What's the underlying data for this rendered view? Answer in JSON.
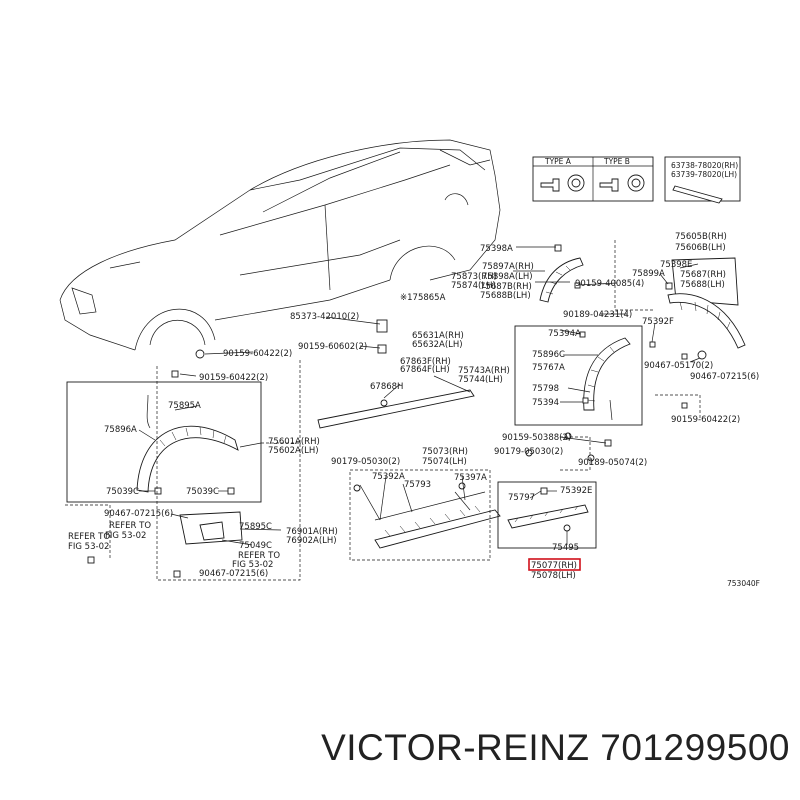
{
  "legend": {
    "type_a": "TYPE A",
    "type_b": "TYPE B",
    "upper_code": "63738-78020(RH)",
    "lower_code": "63739-78020(LH)"
  },
  "labels": {
    "p75398A": "75398A",
    "p75897A": "75897A(RH)",
    "p75873": "75873(RH)",
    "p75898A": "75898A(LH)",
    "p75874": "75874(LH)",
    "p75687B": "75687B(RH)",
    "p75688B": "75688B(LH)",
    "p75865A": "※175865A",
    "p85373": "85373-42010(2)",
    "p90159_60602": "90159-60602(2)",
    "p65631A": "65631A(RH)",
    "p65632A": "65632A(LH)",
    "p90159_60422_a": "90159-60422(2)",
    "p90159_60422_b": "90159-60422(2)",
    "p67863F": "67863F(RH)",
    "p67864F": "67864F(LH)",
    "p67868H": "67868H",
    "p75743A": "75743A(RH)",
    "p75744": "75744(LH)",
    "p75605B": "75605B(RH)",
    "p75606B": "75606B(LH)",
    "p75398E": "75398E",
    "p75899A": "75899A",
    "p75687": "75687(RH)",
    "p75688": "75688(LH)",
    "p90159_40085": "90159-40085(4)",
    "p90189_04231": "90189-04231(4)",
    "p75392F": "75392F",
    "p75394A": "75394A",
    "p75896C": "75896C",
    "p75767A": "75767A",
    "p75798": "75798",
    "p75394": "75394",
    "p90467_05170": "90467-05170(2)",
    "p90467_07215_r": "90467-07215(6)",
    "p90159_60422_r": "90159-60422(2)",
    "p90159_50388": "90159-50388(2)",
    "p90179_05030_a": "90179-05030(2)",
    "p90189_05074": "90189-05074(2)",
    "p75895A": "75895A",
    "p75896A": "75896A",
    "p75601A": "75601A(RH)",
    "p75602A": "75602A(LH)",
    "p75039C_a": "75039C",
    "p75039C_b": "75039C",
    "p90467_07215_a": "90467-07215(6)",
    "refer1": "REFER TO",
    "refer2": "REFER TO",
    "fig1": "FIG 53-02",
    "refer3": "REFER TO",
    "fig2": "FIG 53-02",
    "fig3": "FIG 53-02",
    "p75895C": "75895C",
    "p76901A": "76901A(RH)",
    "p76902A": "76902A(LH)",
    "p75049C": "75049C",
    "p90467_07215_b": "90467-07215(6)",
    "p90179_05030_b": "90179-05030(2)",
    "p75073": "75073(RH)",
    "p75074": "75074(LH)",
    "p75392A": "75392A",
    "p75793": "75793",
    "p75397A": "75397A",
    "p75797": "75797",
    "p75392E": "75392E",
    "p75495": "75495",
    "p75077": "75077(RH)",
    "p75078": "75078(LH)",
    "fig_code": "753040F"
  },
  "brand": {
    "name": "VICTOR-REINZ",
    "part_number": "701299500"
  },
  "colors": {
    "line": "#1a1a1a",
    "highlight": "#d0101a",
    "background": "#ffffff"
  }
}
